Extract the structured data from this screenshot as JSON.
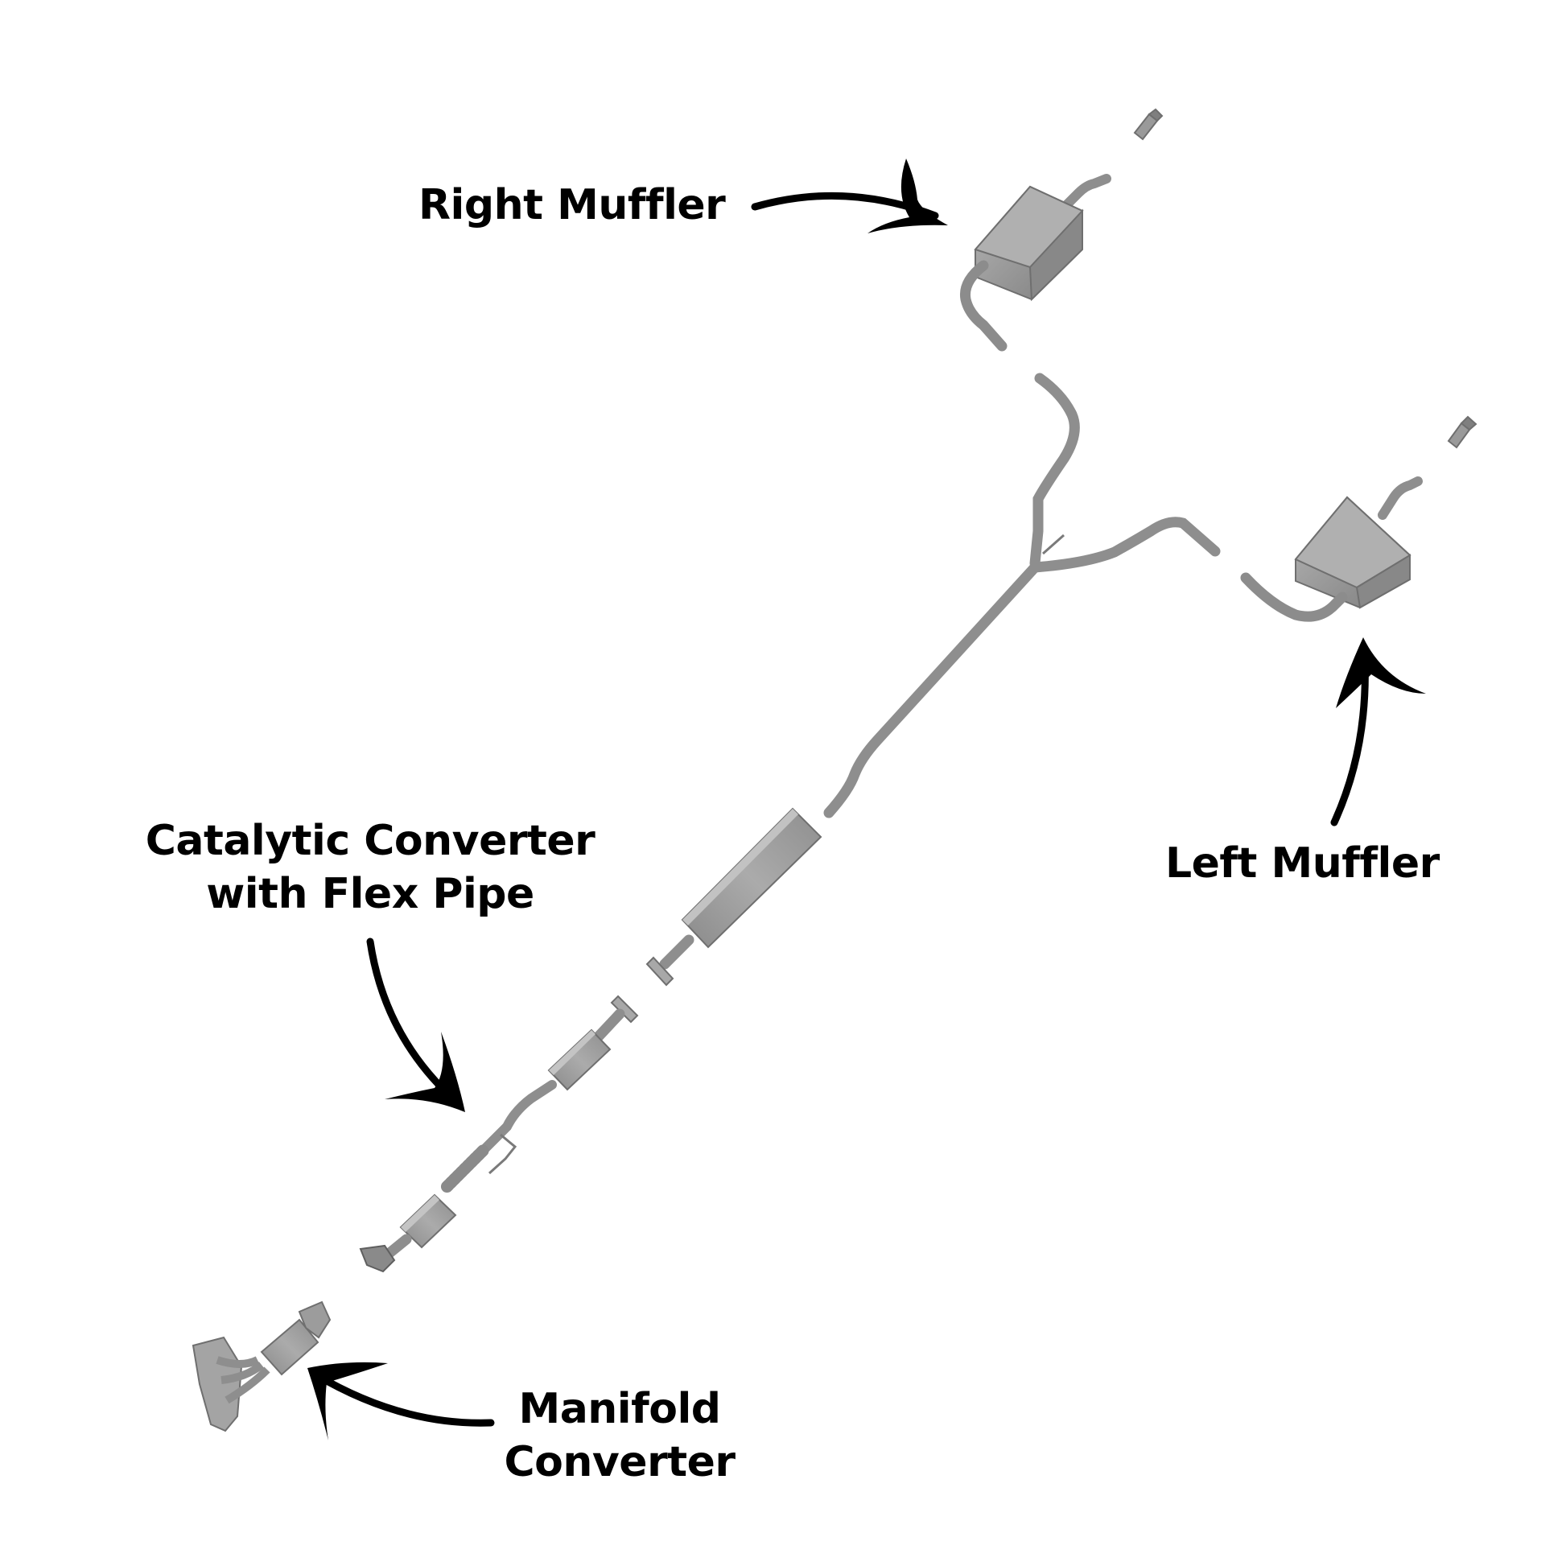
{
  "colors": {
    "background": "#ffffff",
    "part_fill": "#9a9a9a",
    "part_dark": "#7a7a7a",
    "part_light": "#b4b4b4",
    "arrow": "#000000",
    "text": "#000000"
  },
  "labels": {
    "right_muffler": "Right Muffler",
    "left_muffler": "Left Muffler",
    "catalytic_converter_line1": "Catalytic Converter",
    "catalytic_converter_line2": "with Flex Pipe",
    "manifold_line1": "Manifold",
    "manifold_line2": "Converter"
  },
  "parts": [
    {
      "name": "right-muffler",
      "icon": "muffler-icon"
    },
    {
      "name": "left-muffler",
      "icon": "muffler-icon"
    },
    {
      "name": "y-pipe-resonator",
      "icon": "pipe-icon"
    },
    {
      "name": "catalytic-converter-flex-pipe",
      "icon": "catalytic-converter-icon"
    },
    {
      "name": "manifold-converter",
      "icon": "manifold-icon"
    }
  ]
}
